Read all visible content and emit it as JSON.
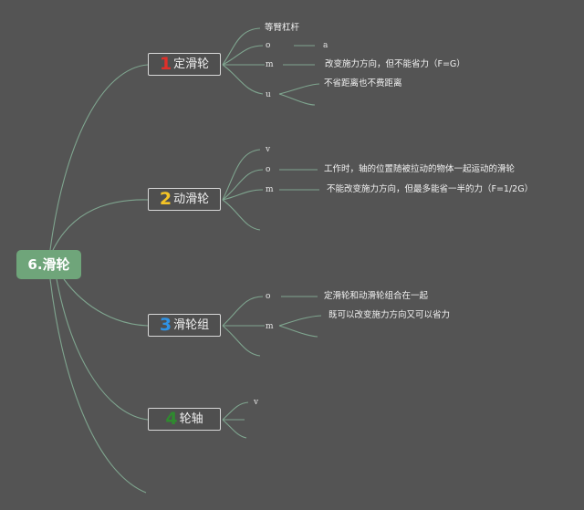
{
  "root": {
    "label": "6.滑轮"
  },
  "nodes": [
    {
      "num": "1",
      "label": "定滑轮",
      "num_color": "#e0302a"
    },
    {
      "num": "2",
      "label": "动滑轮",
      "num_color": "#f5c425"
    },
    {
      "num": "3",
      "label": "滑轮组",
      "num_color": "#2f93e6"
    },
    {
      "num": "4",
      "label": "轮轴",
      "num_color": "#2f8a2f"
    }
  ],
  "leaves": {
    "n1_a": "等臂杠杆",
    "n1_o": "o",
    "n1_o_text": "a",
    "n1_m": "m",
    "n1_m_text": "改变施力方向，但不能省力（F=G）",
    "n1_u": "u",
    "n1_u_text": "不省距离也不费距离",
    "n2_v": "v",
    "n2_o": "o",
    "n2_o_text": "工作时，轴的位置随被拉动的物体一起运动的滑轮",
    "n2_m": "m",
    "n2_m_text": "不能改变施力方向，但最多能省一半的力（F=1/2G）",
    "n3_o": "o",
    "n3_o_text": "定滑轮和动滑轮组合在一起",
    "n3_m": "m",
    "n3_m_text": "既可以改变施力方向又可以省力",
    "n4_v": "v"
  }
}
